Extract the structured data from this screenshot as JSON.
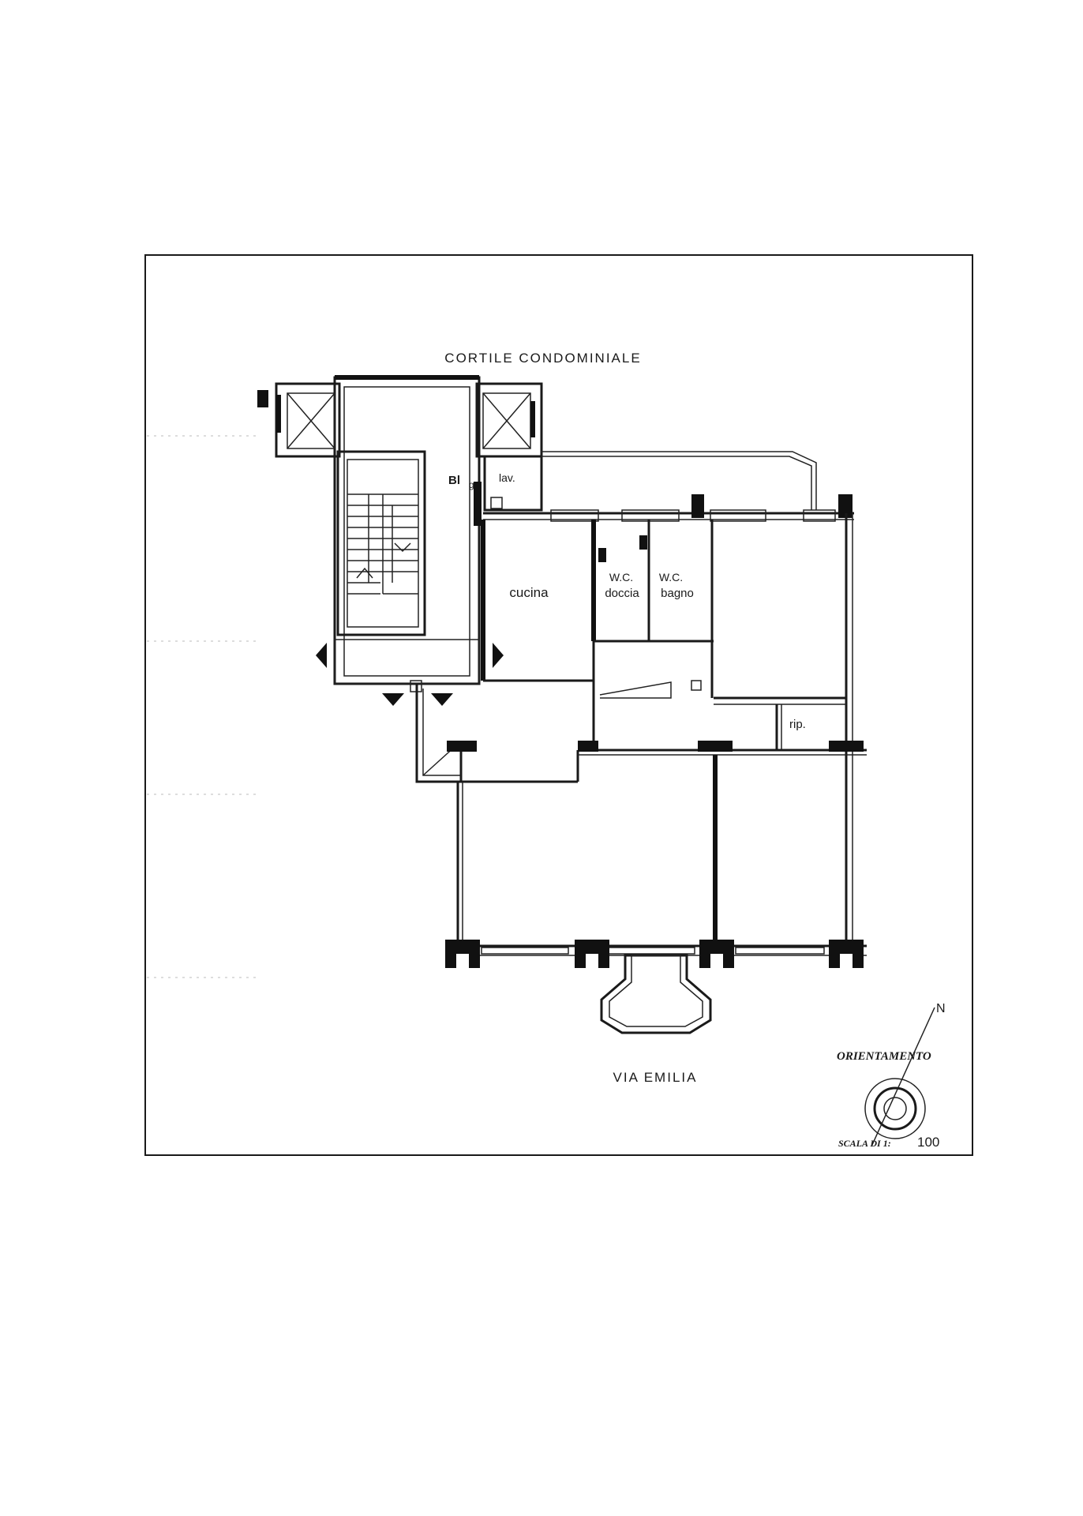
{
  "title": "CORTILE CONDOMINIALE",
  "street": "VIA EMILIA",
  "rooms": {
    "stair_code": "Bl",
    "stair_sub": "g",
    "laundry": "lav.",
    "kitchen": "cucina",
    "wc_shower_1": "W.C.",
    "wc_shower_2": "doccia",
    "wc_bath_1": "W.C.",
    "wc_bath_2": "bagno",
    "storage": "rip."
  },
  "orientation": {
    "label": "ORIENTAMENTO",
    "north": "N"
  },
  "scale": {
    "prefix": "SCALA DI 1:",
    "value": "100"
  },
  "colors": {
    "ink": "#1a1a1a",
    "paper": "#ffffff"
  }
}
